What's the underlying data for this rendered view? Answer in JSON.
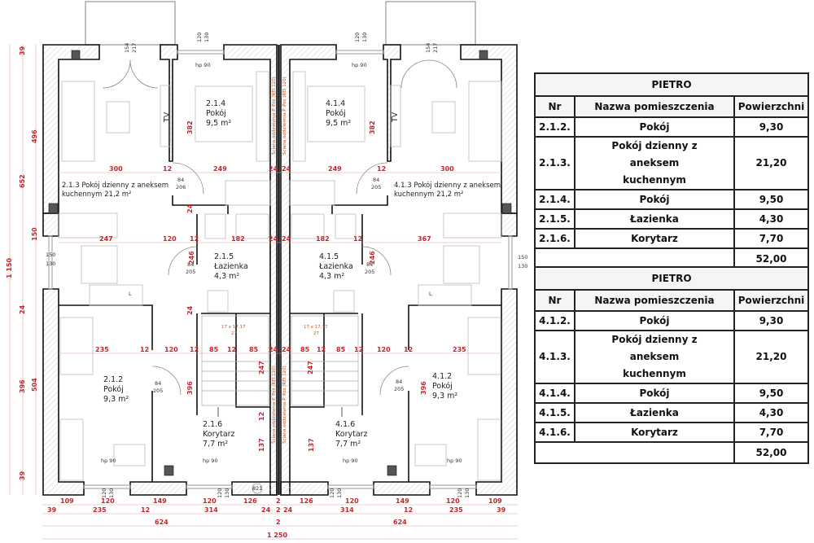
{
  "tables": [
    {
      "title": "PIETRO",
      "headers": {
        "nr": "Nr",
        "name": "Nazwa pomieszczenia",
        "area": "Powierzchni"
      },
      "rows": [
        {
          "nr": "2.1.2.",
          "name": "Pokój",
          "area": "9,30"
        },
        {
          "nr": "2.1.3.",
          "name": "Pokój dzienny z aneksem kuchennym",
          "area": "21,20"
        },
        {
          "nr": "2.1.4.",
          "name": "Pokój",
          "area": "9,50"
        },
        {
          "nr": "2.1.5.",
          "name": "Łazienka",
          "area": "4,30"
        },
        {
          "nr": "2.1.6.",
          "name": "Korytarz",
          "area": "7,70"
        }
      ],
      "total": "52,00"
    },
    {
      "title": "PIETRO",
      "headers": {
        "nr": "Nr",
        "name": "Nazwa pomieszczenia",
        "area": "Powierzchni"
      },
      "rows": [
        {
          "nr": "4.1.2.",
          "name": "Pokój",
          "area": "9,30"
        },
        {
          "nr": "4.1.3.",
          "name": "Pokój dzienny z aneksem kuchennym",
          "area": "21,20"
        },
        {
          "nr": "4.1.4.",
          "name": "Pokój",
          "area": "9,50"
        },
        {
          "nr": "4.1.5.",
          "name": "Łazienka",
          "area": "4,30"
        },
        {
          "nr": "4.1.6.",
          "name": "Korytarz",
          "area": "7,70"
        }
      ],
      "total": "52,00"
    }
  ],
  "rooms": {
    "r213": {
      "line1": "2.1.3 Pokój dzienny z aneksem",
      "line2": "kuchennym 21,2 m²"
    },
    "r413": {
      "line1": "4.1.3 Pokój dzienny z aneksem",
      "line2": "kuchennym 21,2 m²"
    },
    "r214": {
      "nr": "2.1.4",
      "name": "Pokój",
      "area": "9,5 m²"
    },
    "r414": {
      "nr": "4.1.4",
      "name": "Pokój",
      "area": "9,5 m²"
    },
    "r215": {
      "nr": "2.1.5",
      "name": "Łazienka",
      "area": "4,3 m²"
    },
    "r415": {
      "nr": "4.1.5",
      "name": "Łazienka",
      "area": "4,3 m²"
    },
    "r212": {
      "nr": "2.1.2",
      "name": "Pokój",
      "area": "9,3 m²"
    },
    "r412": {
      "nr": "4.1.2",
      "name": "Pokój",
      "area": "9,3 m²"
    },
    "r216": {
      "nr": "2.1.6",
      "name": "Korytarz",
      "area": "7,7 m²"
    },
    "r416": {
      "nr": "4.1.6",
      "name": "Korytarz",
      "area": "7,7 m²"
    }
  },
  "annotations": {
    "tv": "TV",
    "fridge": "L",
    "hp90": "hp 90",
    "window_w": "120",
    "window_h": "130",
    "balcony_door_w": "154",
    "balcony_door_h": "217",
    "door_w": "84",
    "door_h": "205",
    "door_h_living": "206",
    "side_window_w": "150",
    "side_window_h": "130",
    "stairs_spec": "17 x 17,17",
    "stairs_tread": "27",
    "level_mark": "821",
    "fire_wall": "Ściana oddzielenia P. Poż (REI 120)"
  },
  "dimensions": {
    "top_row": [
      "300",
      "12",
      "249",
      "24",
      "24",
      "249",
      "12",
      "300"
    ],
    "mid_row_left": [
      "247",
      "120",
      "12",
      "182",
      "24"
    ],
    "mid_row_right": [
      "24",
      "182",
      "12",
      "367"
    ],
    "lower_row_left": [
      "235",
      "12",
      "120",
      "12",
      "85",
      "12",
      "85",
      "24"
    ],
    "lower_row_right": [
      "24",
      "85",
      "12",
      "85",
      "12",
      "120",
      "12",
      "235"
    ],
    "vertical_inner": [
      "382",
      "24",
      "246",
      "24",
      "396",
      "247",
      "12",
      "137"
    ],
    "left_side": [
      "39",
      "496",
      "652",
      "1 150",
      "150",
      "24",
      "396",
      "504",
      "39"
    ],
    "bottom_row1": [
      "109",
      "120",
      "149",
      "120",
      "126",
      "2",
      "126",
      "120",
      "149",
      "120",
      "109"
    ],
    "bottom_row2": [
      "39",
      "235",
      "12",
      "314",
      "24",
      "2",
      "24",
      "314",
      "12",
      "235",
      "39"
    ],
    "bottom_row3": [
      "624",
      "2",
      "624"
    ],
    "bottom_total": "1 250"
  }
}
